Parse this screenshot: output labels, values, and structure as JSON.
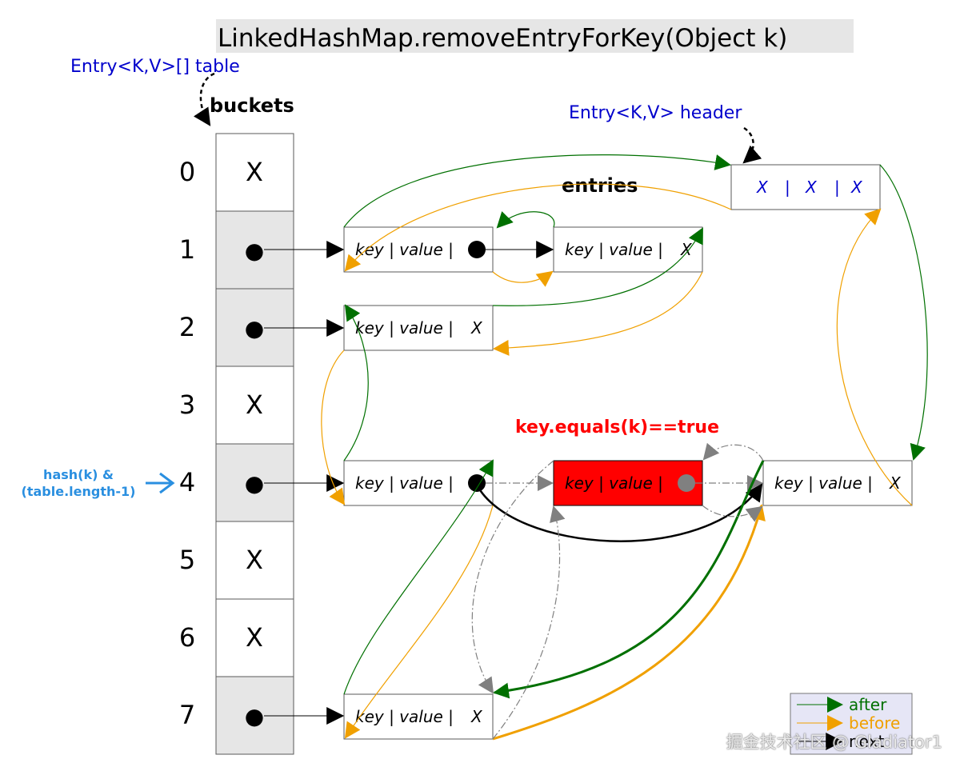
{
  "title": "LinkedHashMap.removeEntryForKey(Object k)",
  "table_label": "Entry<K,V>[] table",
  "buckets_label": "buckets",
  "header_label": "Entry<K,V> header",
  "entries_label": "entries",
  "match_label": "key.equals(k)==true",
  "hash_label_1": "hash(k) &",
  "hash_label_2": "(table.length-1)",
  "bucket_indices": [
    "0",
    "1",
    "2",
    "3",
    "4",
    "5",
    "6",
    "7"
  ],
  "bucket_contents": [
    "X",
    "●",
    "●",
    "X",
    "●",
    "X",
    "X",
    "●"
  ],
  "header_node": {
    "c1": "X",
    "sep1": "|",
    "c2": "X",
    "sep2": "|",
    "c3": "X"
  },
  "entry_text": {
    "kv": "key | value |",
    "null": "X"
  },
  "legend": {
    "after": "after",
    "before": "before",
    "next": "next"
  },
  "colors": {
    "after": "#007000",
    "before": "#f0a000",
    "next": "#000000",
    "removed": "#ff0000",
    "header_text": "#0000cc",
    "hash_text": "#2a8fe0",
    "title_bg": "#e6e6e6"
  },
  "watermark": "掘金技术社区 @ Gladiator1"
}
